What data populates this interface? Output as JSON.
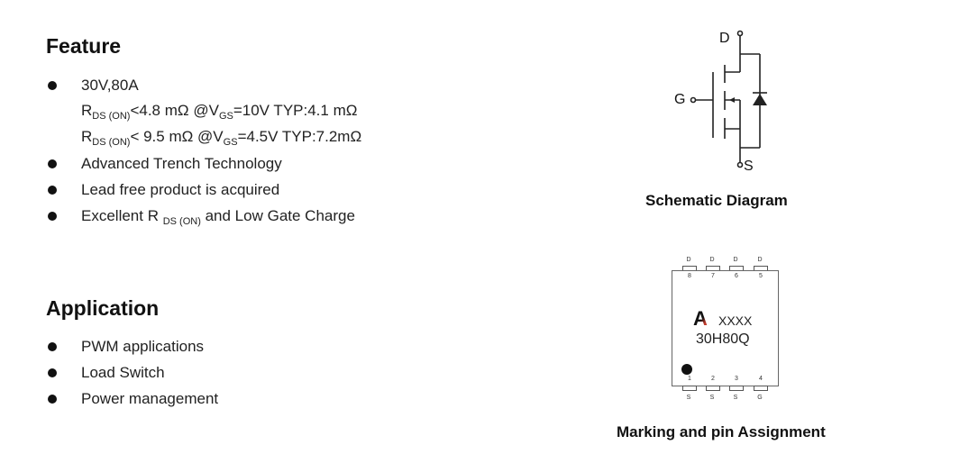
{
  "feature": {
    "title": "Feature",
    "items": [
      {
        "text": "30V,80A"
      },
      {
        "r": "R",
        "sub": "DS (ON)",
        "rest": "<4.8 mΩ @V",
        "sub2": "GS",
        "rest2": "=10V  TYP:4.1 mΩ"
      },
      {
        "r": "R",
        "sub": "DS (ON)",
        "rest": "< 9.5 mΩ @V",
        "sub2": "GS",
        "rest2": "=4.5V TYP:7.2mΩ"
      },
      {
        "text": "Advanced Trench Technology"
      },
      {
        "text": "Lead free product is acquired"
      },
      {
        "pre": "Excellent R ",
        "sub": "DS (ON)",
        "post": "  and Low Gate Charge"
      }
    ]
  },
  "application": {
    "title": "Application",
    "items": [
      "PWM applications",
      "Load Switch",
      "Power management"
    ]
  },
  "schematic": {
    "caption": "Schematic Diagram",
    "labels": {
      "drain": "D",
      "gate": "G",
      "source": "S"
    }
  },
  "package": {
    "caption": "Marking and pin Assignment",
    "marking_line1": "XXXX",
    "marking_line2": "30H80Q",
    "logo_letter": "A",
    "logo_color": "#c0392b",
    "top_pins": [
      {
        "num": "8",
        "name": "D"
      },
      {
        "num": "7",
        "name": "D"
      },
      {
        "num": "6",
        "name": "D"
      },
      {
        "num": "5",
        "name": "D"
      }
    ],
    "bottom_pins": [
      {
        "num": "1",
        "name": "S"
      },
      {
        "num": "2",
        "name": "S"
      },
      {
        "num": "3",
        "name": "S"
      },
      {
        "num": "4",
        "name": "G"
      }
    ]
  }
}
